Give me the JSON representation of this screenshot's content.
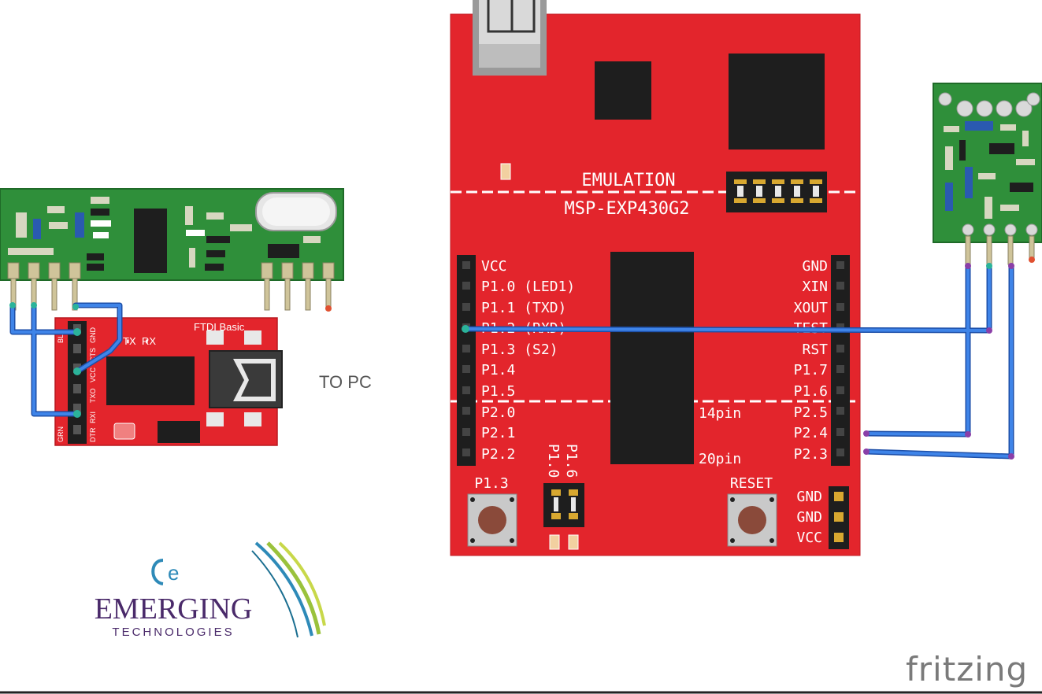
{
  "msp_board": {
    "title_line1": "EMULATION",
    "title_line2": "MSP-EXP430G2",
    "left_pins": [
      "VCC",
      "P1.0 (LED1)",
      "P1.1 (TXD)",
      "P1.2 (RXD)",
      "P1.3 (S2)",
      "P1.4",
      "P1.5",
      "P2.0",
      "P2.1",
      "P2.2"
    ],
    "right_pins": [
      "GND",
      "XIN",
      "XOUT",
      "TEST",
      "RST",
      "P1.7",
      "P1.6",
      "P2.5",
      "P2.4",
      "P2.3"
    ],
    "label_14pin": "14pin",
    "label_20pin": "20pin",
    "button_left": "P1.3",
    "button_right": "RESET",
    "jumper_label_a": "P1.0",
    "jumper_label_b": "P1.6",
    "power_pins": [
      "GND",
      "GND",
      "VCC"
    ]
  },
  "ftdi": {
    "title": "FTDI Basic",
    "tx": "TX",
    "rx": "RX",
    "pins": [
      "BLK",
      "GND",
      "CTS",
      "VCC",
      "TXO",
      "RXI",
      "DTR",
      "GRN"
    ]
  },
  "notes": {
    "to_pc": "TO PC"
  },
  "logo": {
    "main": "EMERGING",
    "sub": "TECHNOLOGIES"
  },
  "watermark": "fritzing",
  "colors": {
    "board_red": "#e3252c",
    "module_green": "#2f8f3a",
    "wire_blue": "#2f6fd6"
  }
}
